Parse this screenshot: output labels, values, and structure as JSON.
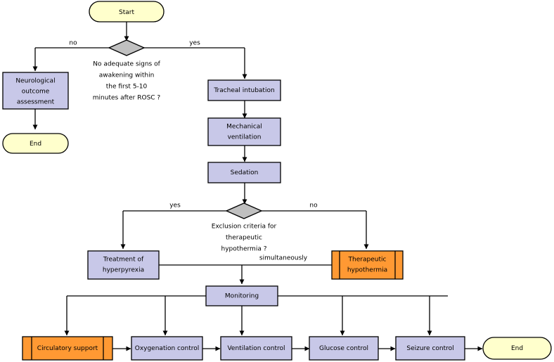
{
  "diagram": {
    "title": "Post-cardiac-arrest care flowchart",
    "colors": {
      "terminator_fill": "#FFFFCC",
      "process_fill": "#C8C8E8",
      "decision_fill": "#C0C0C0",
      "highlight_fill": "#FF9933",
      "stroke": "#000000",
      "background": "#FFFFFF"
    },
    "nodes": [
      {
        "id": "start",
        "type": "terminator",
        "label": "Start",
        "lines": [
          "Start"
        ]
      },
      {
        "id": "d1",
        "type": "decision",
        "label": "",
        "lines": []
      },
      {
        "id": "neuro",
        "type": "process",
        "label": "Neurological outcome assessment",
        "lines": [
          "Neurological",
          "outcome",
          "assessment"
        ]
      },
      {
        "id": "end-left",
        "type": "terminator",
        "label": "End",
        "lines": [
          "End"
        ]
      },
      {
        "id": "intubation",
        "type": "process",
        "label": "Tracheal intubation",
        "lines": [
          "Tracheal intubation"
        ]
      },
      {
        "id": "ventilation",
        "type": "process",
        "label": "Mechanical ventilation",
        "lines": [
          "Mechanical",
          "ventilation"
        ]
      },
      {
        "id": "sedation",
        "type": "process",
        "label": "Sedation",
        "lines": [
          "Sedation"
        ]
      },
      {
        "id": "d2",
        "type": "decision",
        "label": "",
        "lines": []
      },
      {
        "id": "hyperpyrexia",
        "type": "process",
        "label": "Treatment of hyperpyrexia",
        "lines": [
          "Treatment of",
          "hyperpyrexia"
        ]
      },
      {
        "id": "hypothermia",
        "type": "predefined",
        "label": "Therapeutic hypothermia",
        "lines": [
          "Therapeutic",
          "hypothermia"
        ]
      },
      {
        "id": "monitoring",
        "type": "process",
        "label": "Monitoring",
        "lines": [
          "Monitoring"
        ]
      },
      {
        "id": "circulatory",
        "type": "predefined",
        "label": "Circulatory support",
        "lines": [
          "Circulatory support"
        ]
      },
      {
        "id": "oxygenation",
        "type": "process",
        "label": "Oxygenation control",
        "lines": [
          "Oxygenation control"
        ]
      },
      {
        "id": "vent-control",
        "type": "process",
        "label": "Ventilation control",
        "lines": [
          "Ventilation control"
        ]
      },
      {
        "id": "glucose",
        "type": "process",
        "label": "Glucose control",
        "lines": [
          "Glucose control"
        ]
      },
      {
        "id": "seizure",
        "type": "process",
        "label": "Seizure control",
        "lines": [
          "Seizure control"
        ]
      },
      {
        "id": "end-right",
        "type": "terminator",
        "label": "End",
        "lines": [
          "End"
        ]
      }
    ],
    "free_text": [
      {
        "id": "d1-question",
        "lines": [
          "No adequate signs of",
          "awakening within",
          "the first 5-10",
          "minutes after ROSC ?"
        ]
      },
      {
        "id": "d2-question",
        "lines": [
          "Exclusion criteria for",
          "therapeutic",
          "hypothermia ?"
        ]
      }
    ],
    "edge_labels": [
      {
        "id": "d1-no",
        "text": "no"
      },
      {
        "id": "d1-yes",
        "text": "yes"
      },
      {
        "id": "d2-yes",
        "text": "yes"
      },
      {
        "id": "d2-no",
        "text": "no"
      },
      {
        "id": "simultaneously",
        "text": "simultaneously"
      }
    ]
  }
}
